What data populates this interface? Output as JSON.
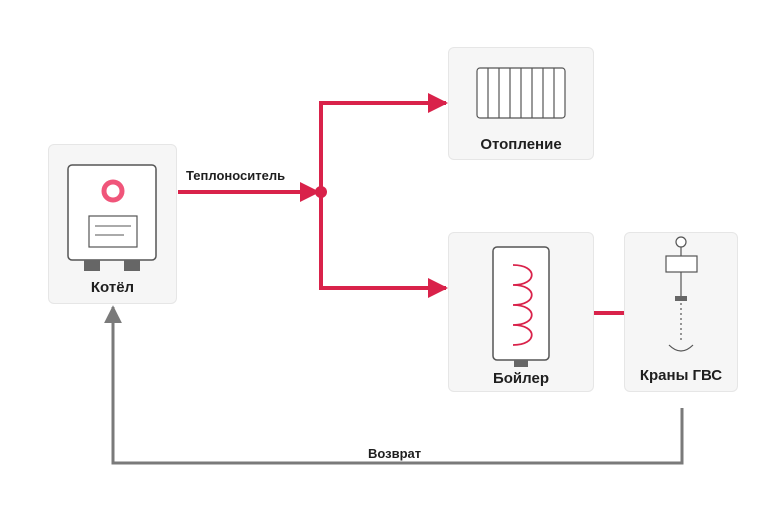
{
  "nodes": {
    "boiler": {
      "label": "Котёл"
    },
    "heating": {
      "label": "Отопление"
    },
    "tank": {
      "label": "Бойлер"
    },
    "taps": {
      "label": "Краны ГВС"
    }
  },
  "flows": {
    "supply_label": "Теплоноситель",
    "return_label": "Возврат"
  },
  "colors": {
    "supply": "#d9224a",
    "return": "#7a7a7a",
    "card_bg": "#f6f6f6",
    "indicator": "#f0557a"
  },
  "icons": {
    "boiler": "boiler-unit-icon",
    "heating": "radiator-icon",
    "tank": "water-heater-coil-icon",
    "taps": "faucet-icon"
  }
}
